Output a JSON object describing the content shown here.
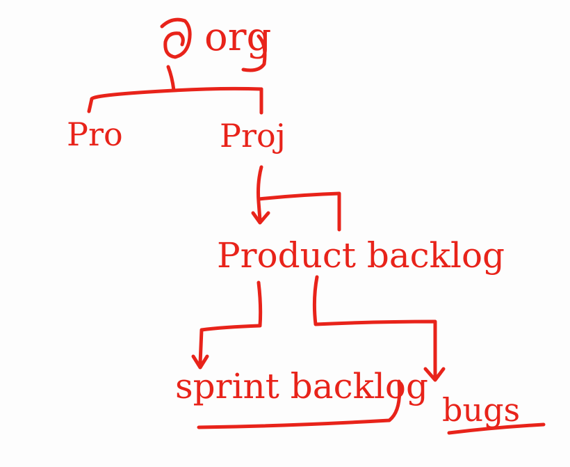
{
  "colors": {
    "ink": "#e8231a",
    "background": "#fdfdfd"
  },
  "nodes": {
    "root": {
      "symbol": "@",
      "label": "org"
    },
    "pro": {
      "label": "Pro"
    },
    "proj": {
      "label": "Proj"
    },
    "product_backlog": {
      "label": "Product backlog"
    },
    "sprint_backlog": {
      "label": "sprint backlog"
    },
    "bugs": {
      "label": "bugs"
    }
  }
}
